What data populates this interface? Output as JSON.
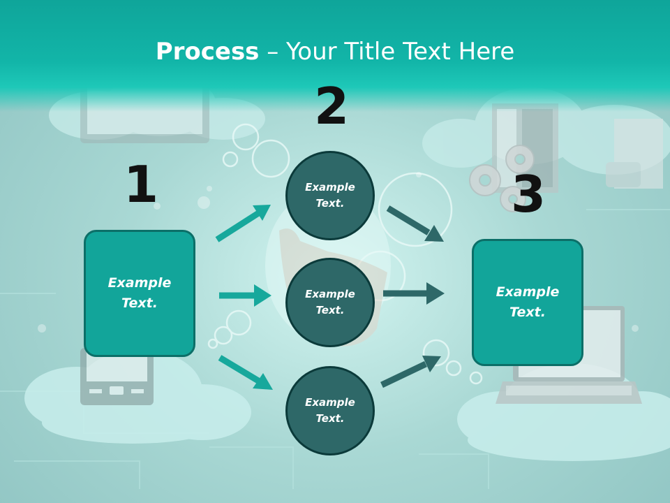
{
  "slide": {
    "title_bold": "Process",
    "title_rest": " – Your Title Text Here",
    "steps": [
      {
        "number": "1",
        "text": "Example\nText."
      },
      {
        "number": "2",
        "items": [
          "Example\nText.",
          "Example\nText.",
          "Example\nText."
        ]
      },
      {
        "number": "3",
        "text": "Example\nText."
      }
    ]
  },
  "colors": {
    "header": "#12b5a8",
    "box_fill": "#12a59a",
    "circle_fill": "#2e6868",
    "arrow_teal": "#17a89c",
    "arrow_dark": "#2e6868"
  },
  "background_icons": [
    "cloud-icon",
    "computer-monitor-icon",
    "mobile-phone-icon",
    "laptop-icon",
    "server-icon",
    "gears-icon",
    "touching-hand"
  ]
}
